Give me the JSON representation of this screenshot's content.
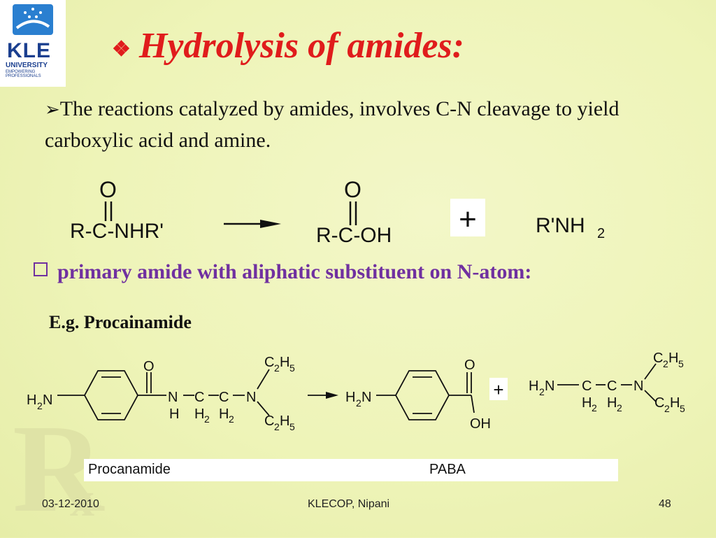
{
  "logo": {
    "name": "KLE",
    "line1": "UNIVERSITY",
    "line2": "EMPOWERING PROFESSIONALS"
  },
  "watermark": {
    "letter": "R",
    "sub": "x"
  },
  "title": {
    "bullet": "❖",
    "text": "Hydrolysis of amides:"
  },
  "paragraph": {
    "bullet": "➢",
    "text": "The reactions catalyzed by amides, involves C-N cleavage to yield carboxylic acid and amine."
  },
  "general_reaction": {
    "reactant_o": "O",
    "reactant": "R-C-NHR'",
    "product_o": "O",
    "product": "R-C-OH",
    "plus": "+",
    "amine": "R'NH",
    "amine_sub": "2"
  },
  "subheading": {
    "text": "primary amide with aliphatic substituent on N-atom:"
  },
  "example": {
    "text": "E.g. Procainamide"
  },
  "procainamide_reaction": {
    "plus": "+",
    "oh": "OH"
  },
  "labels": {
    "left": "Procanamide",
    "right": "PABA"
  },
  "footer": {
    "date": "03-12-2010",
    "center": "KLECOP, Nipani",
    "page": "48"
  }
}
